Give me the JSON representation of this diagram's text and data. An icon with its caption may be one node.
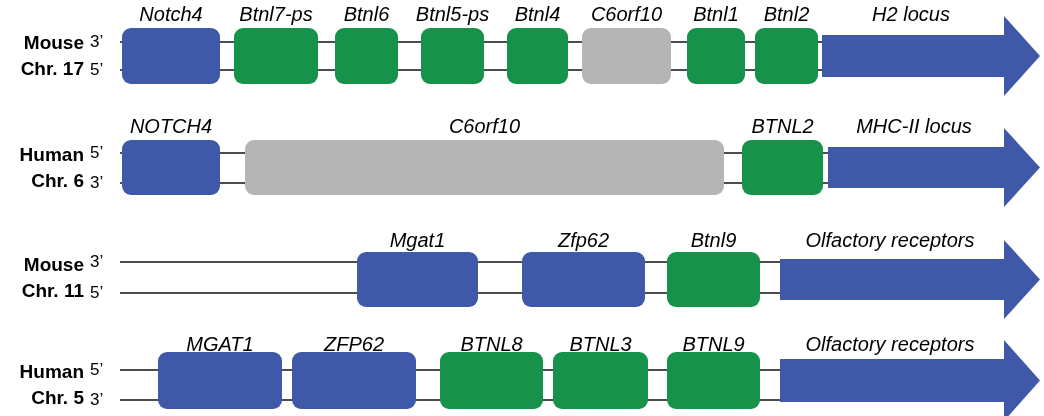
{
  "diagram": {
    "nodes": [
      {
        "text": [
          "Notch4"
        ]
      },
      {
        "text": [
          "Btnl7-ps"
        ]
      },
      {
        "text": [
          "Btnl6"
        ]
      },
      {
        "text": [
          "Btnl5-ps"
        ]
      },
      {
        "text": [
          "Btnl4"
        ]
      },
      {
        "text": [
          "C6orf10"
        ]
      },
      {
        "text": [
          "Btnl1"
        ]
      },
      {
        "text": [
          "Btnl2"
        ]
      },
      {
        "text": [
          "H2 locus"
        ]
      },
      {
        "text": [
          "NOTCH4"
        ]
      },
      {
        "text": [
          "C6orf10"
        ]
      },
      {
        "text": [
          "BTNL2"
        ]
      },
      {
        "text": [
          "MHC-II locus"
        ]
      },
      {
        "text": [
          "Mgat1"
        ]
      },
      {
        "text": [
          "Zfp62"
        ]
      },
      {
        "text": [
          "Btnl9"
        ]
      },
      {
        "text": [
          "Olfactory receptors"
        ]
      },
      {
        "text": [
          "MGAT1"
        ]
      },
      {
        "text": [
          "ZFP62"
        ]
      },
      {
        "text": [
          "BTNL8"
        ]
      },
      {
        "text": [
          "BTNL3"
        ]
      },
      {
        "text": [
          "BTNL9"
        ]
      },
      {
        "text": [
          "Olfactory receptors"
        ]
      }
    ],
    "labels": [
      "Mouse Chr. 17",
      "3’",
      "5’",
      "Human Chr. 6",
      "5’",
      "3’",
      "Mouse Chr. 11",
      "3’",
      "5’",
      "Human Chr. 5",
      "5’",
      "3’"
    ]
  }
}
